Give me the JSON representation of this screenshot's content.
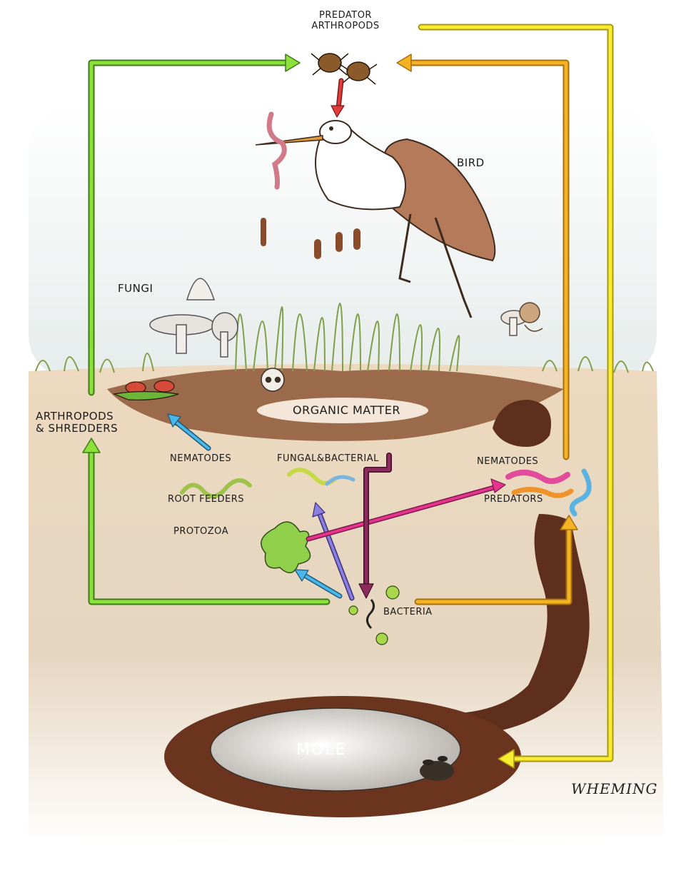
{
  "labels": {
    "predator_arthropods": "PREDATOR\nARTHROPODS",
    "bird": "BIRD",
    "fungi": "FUNGI",
    "arthropods_shredders": "ARTHROPODS\n& SHREDDERS",
    "organic_matter": "ORGANIC MATTER",
    "nematodes_root_feeders_top": "NEMATODES",
    "nematodes_root_feeders_bottom": "ROOT FEEDERS",
    "nematodes_fungal_bacterial": "FUNGAL&BACTERIAL",
    "nematodes_predators_top": "NEMATODES",
    "nematodes_predators_bottom": "PREDATORS",
    "protozoa": "PROTOZOA",
    "bacteria": "BACTERIA",
    "mole": "MOLE",
    "signature": "WHEMING"
  },
  "colors": {
    "arrow_green": "#8be03a",
    "arrow_yellow": "#f7ec2d",
    "arrow_orange": "#f4b323",
    "arrow_red": "#e23b3b",
    "arrow_blue": "#4ab6ea",
    "arrow_purple": "#8a7ee0",
    "arrow_magenta": "#e5338e",
    "arrow_maroon": "#8e2a5e",
    "soil": "#e8d7bd",
    "tunnel": "#5e2f1d",
    "grass": "#7fa04a"
  }
}
